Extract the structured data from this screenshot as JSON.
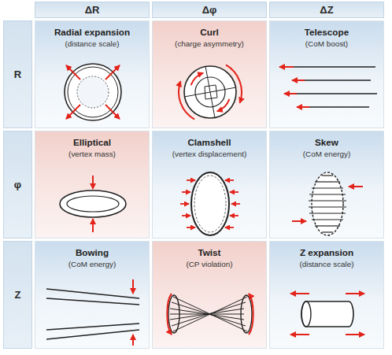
{
  "diagram": {
    "nodes": [
      {
        "text": [
          "ΔR"
        ]
      },
      {
        "text": [
          "Δφ"
        ]
      },
      {
        "text": [
          "ΔZ"
        ]
      },
      {
        "text": [
          "R"
        ]
      },
      {
        "text": [
          "Radial expansion",
          "(distance scale)"
        ]
      },
      {
        "text": [
          "Curl",
          "(charge asymmetry)"
        ]
      },
      {
        "text": [
          "Telescope",
          "(CoM boost)"
        ]
      },
      {
        "text": [
          "φ"
        ]
      },
      {
        "text": [
          "Elliptical",
          "(vertex mass)"
        ]
      },
      {
        "text": [
          "Clamshell",
          "(vertex displacement)"
        ]
      },
      {
        "text": [
          "Skew",
          "(CoM energy)"
        ]
      },
      {
        "text": [
          "Z"
        ]
      },
      {
        "text": [
          "Bowing",
          "(CoM energy)"
        ]
      },
      {
        "text": [
          "Twist",
          "(CP violation)"
        ]
      },
      {
        "text": [
          "Z expansion",
          "(distance scale)"
        ]
      }
    ]
  }
}
